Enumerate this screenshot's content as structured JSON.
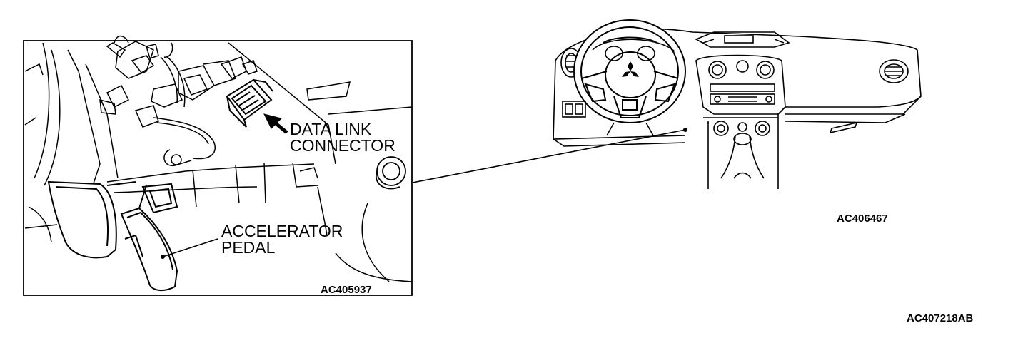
{
  "detail_view": {
    "callout_connector_line1": "DATA LINK",
    "callout_connector_line2": "CONNECTOR",
    "callout_pedal_line1": "ACCELERATOR",
    "callout_pedal_line2": "PEDAL",
    "figure_code": "AC405937"
  },
  "dashboard_view": {
    "figure_code": "AC406467",
    "brand_emblem": "three-diamond-emblem-icon"
  },
  "page": {
    "figure_code": "AC407218AB"
  },
  "colors": {
    "ink": "#000000",
    "paper": "#ffffff"
  }
}
